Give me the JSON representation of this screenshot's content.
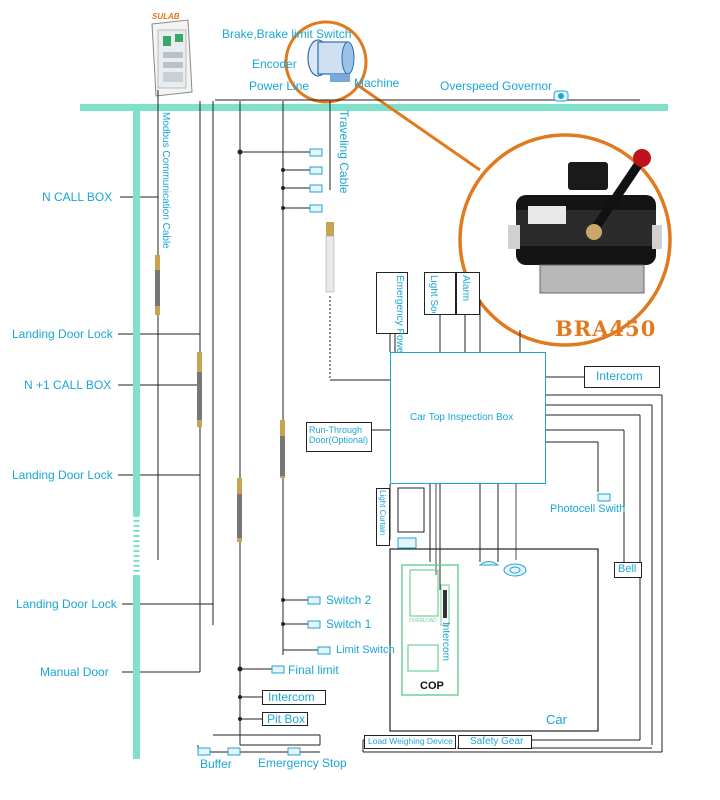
{
  "brand": "SULAB",
  "labels": {
    "brake_switch": "Brake,Brake limit Switch",
    "encoder": "Encoder",
    "power_line": "Power Line",
    "machine": "Machine",
    "overspeed_governor": "Overspeed Governor",
    "modbus_cable": "Modbus Communication Cable",
    "traveling_cable": "Traveling Cable",
    "n_call_box": "N CALL BOX",
    "landing_door_lock_1": "Landing Door Lock",
    "n1_call_box": "N +1 CALL BOX",
    "landing_door_lock_2": "Landing Door Lock",
    "landing_door_lock_3": "Landing Door Lock",
    "manual_door": "Manual Door",
    "emergency_power": "Emergency Power",
    "light_socket": "Light Socket",
    "alarm": "Alarm",
    "intercom_top": "Intercom",
    "car_top_box": "Car Top Inspection Box",
    "run_through_door": "Run-Through Door(Optional)",
    "photocell_switch": "Photocell Swith",
    "light_curtain": "Light Curtain",
    "bell": "Bell",
    "switch_2": "Switch 2",
    "switch_1": "Switch 1",
    "limit_switch": "Limit Switch",
    "final_limit": "Final limit",
    "intercom_pit": "Intercom",
    "pit_box": "Pit Box",
    "buffer": "Buffer",
    "emergency_stop": "Emergency Stop",
    "load_weighing": "Load Weighing Device",
    "safety_gear": "Safety Gear",
    "cop": "COP",
    "overload": "OVERLOAD",
    "intercom_cop": "Intercom",
    "car": "Car"
  },
  "callout": {
    "model": "BRA450",
    "accent": "#e07a1f"
  },
  "colors": {
    "shaft": "#7fe0cc",
    "label": "#1aa6d6",
    "wire": "#222222",
    "cop_panel": "#6fcf9a",
    "callout": "#e07a1f"
  }
}
